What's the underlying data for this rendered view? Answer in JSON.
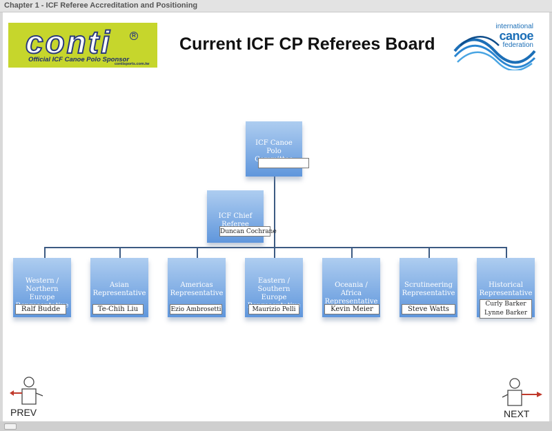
{
  "window": {
    "title": "Chapter 1 - ICF Referee Accreditation and Positioning"
  },
  "sponsor": {
    "brand": "conti",
    "tagline": "Official ICF Canoe Polo Sponsor",
    "url": "contisports.com.tw"
  },
  "page_title": "Current ICF CP Referees Board",
  "icf_logo": {
    "line1": "international",
    "line2": "canoe",
    "line3": "federation"
  },
  "board": {
    "committee": {
      "title": "ICF Canoe Polo Committee",
      "name": ""
    },
    "chief": {
      "title": "ICF Chief Referee",
      "name": "Duncan Cochrane"
    },
    "representatives": [
      {
        "title": "Western / Northern Europe Representative",
        "names": [
          "Ralf Budde"
        ]
      },
      {
        "title": "Asian Representative",
        "names": [
          "Te-Chih Liu"
        ]
      },
      {
        "title": "Americas Representative",
        "names": [
          "Ezio Ambrosetti"
        ]
      },
      {
        "title": "Eastern / Southern Europe Representative",
        "names": [
          "Maurizio Pelli"
        ]
      },
      {
        "title": "Oceania / Africa Representative",
        "names": [
          "Kevin Meier"
        ]
      },
      {
        "title": "Scrutineering Representative",
        "names": [
          "Steve Watts"
        ]
      },
      {
        "title": "Historical Representative",
        "names": [
          "Curly Barker",
          "Lynne Barker"
        ]
      }
    ]
  },
  "nav": {
    "prev_label": "PREV",
    "next_label": "NEXT"
  },
  "colors": {
    "box_top": "#aecdf0",
    "box_bottom": "#5f96dc",
    "connector": "#3c5a82",
    "sponsor_bg": "#c6d62c"
  }
}
